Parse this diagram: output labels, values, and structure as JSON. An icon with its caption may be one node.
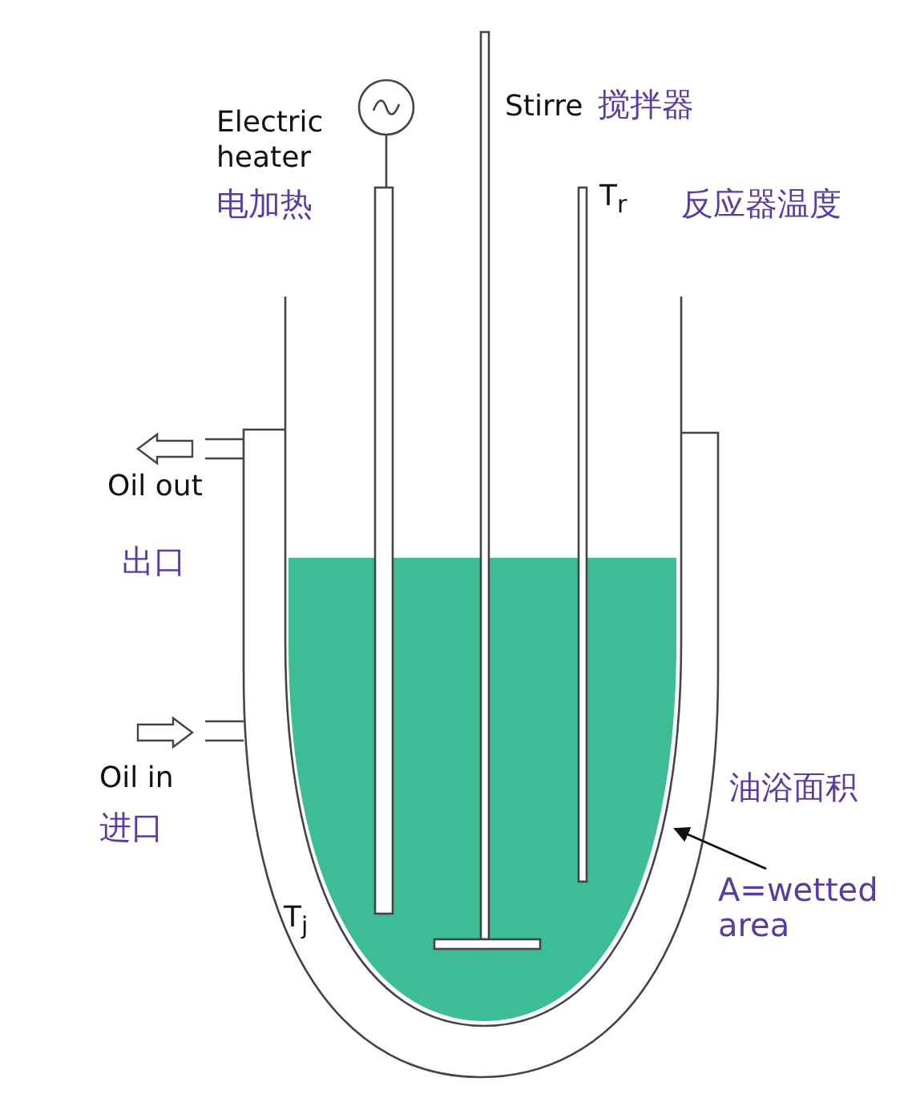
{
  "diagram": {
    "nodes": [
      {
        "text": [
          "A=wetted area"
        ]
      },
      {
        "text": [],
        "shape": "vessel"
      }
    ],
    "edges": [
      {
        "from": 0,
        "to": 1,
        "arrow": "to"
      }
    ],
    "labels": [
      "Electric heater",
      "电加热",
      "Stirre",
      "搅拌器",
      "T$_{r}$",
      "反应器温度",
      "Oil out",
      "出口",
      "Oil in",
      "进口",
      "油浴面积",
      "T$_{j}$"
    ]
  }
}
